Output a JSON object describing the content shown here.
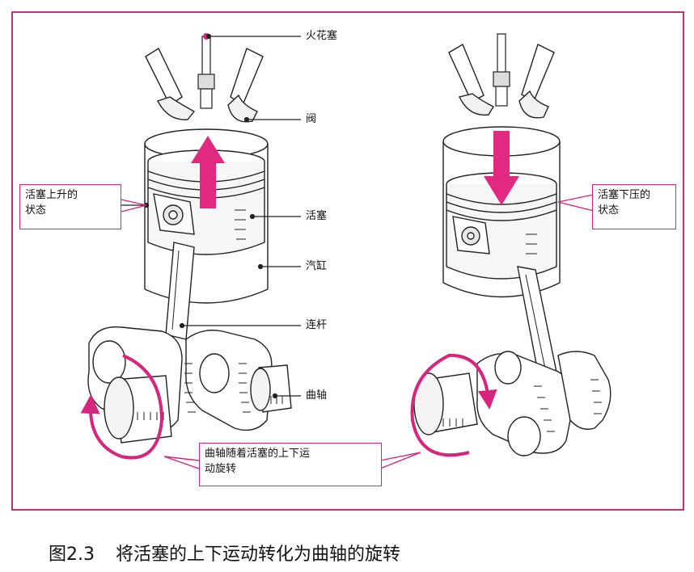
{
  "labels": {
    "spark_plug": "火花塞",
    "valve": "阀",
    "piston": "活塞",
    "cylinder": "汽缸",
    "connecting_rod": "连杆",
    "crankshaft": "曲轴",
    "piston_up_line1": "活塞上升的",
    "piston_up_line2": "状态",
    "piston_down_line1": "活塞下压的",
    "piston_down_line2": "状态",
    "crank_motion_line1": "曲轴随着活塞的上下运",
    "crank_motion_line2": "动旋转"
  },
  "caption": {
    "number": "图2.3",
    "text": "将活塞的上下运动转化为曲轴的旋转"
  },
  "colors": {
    "accent": "#d6257d",
    "line": "#222222"
  }
}
